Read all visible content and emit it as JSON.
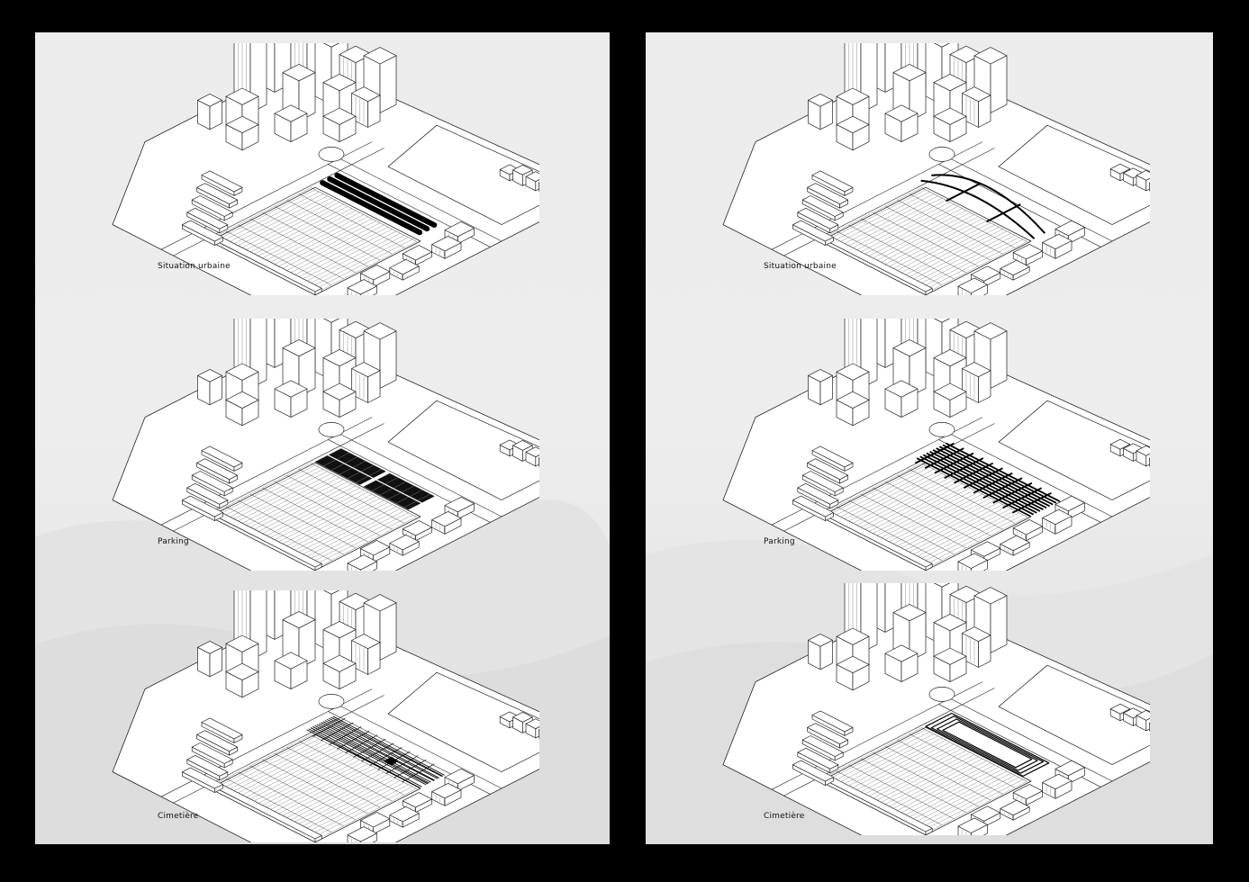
{
  "sheets": [
    {
      "id": "left",
      "panels": [
        {
          "label": "Situation urbaine",
          "overlay": "stripes"
        },
        {
          "label": "Parking",
          "overlay": "solar-grid"
        },
        {
          "label": "Cimetière",
          "overlay": "scribble-grid"
        }
      ]
    },
    {
      "id": "right",
      "panels": [
        {
          "label": "Situation urbaine",
          "overlay": "cross"
        },
        {
          "label": "Parking",
          "overlay": "woven-grid"
        },
        {
          "label": "Cimetière",
          "overlay": "spiral"
        }
      ]
    }
  ]
}
